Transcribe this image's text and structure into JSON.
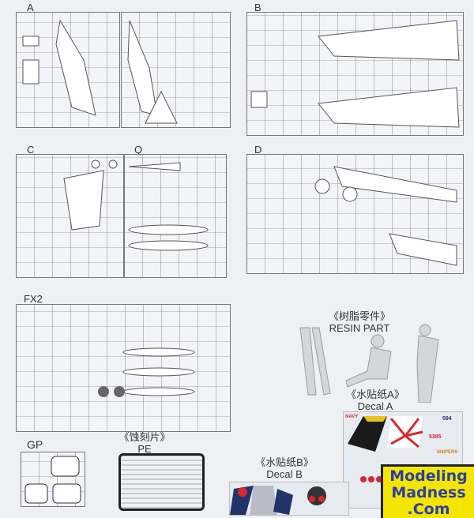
{
  "sprues": {
    "a": {
      "label": "A"
    },
    "b": {
      "label": "B"
    },
    "c": {
      "label": "C"
    },
    "q": {
      "label": "Q"
    },
    "d": {
      "label": "D"
    },
    "fx2": {
      "label": "FX2"
    },
    "gp": {
      "label": "GP"
    }
  },
  "resin": {
    "title_cn": "《树脂零件》",
    "title_en": "RESIN PART"
  },
  "pe": {
    "title_cn": "《蚀刻片》",
    "title_en": "PE"
  },
  "decal_a": {
    "title_cn": "《水贴纸A》",
    "title_en": "Decal A",
    "texts": [
      "NAVY",
      "5385",
      "594",
      "SNIPERS"
    ]
  },
  "decal_b": {
    "title_cn": "《水贴纸B》",
    "title_en": "Decal B"
  },
  "logo": {
    "line1": "Modeling",
    "line2": "Madness",
    "line3": ".Com"
  },
  "colors": {
    "logo_bg": "#f5e600",
    "logo_text": "#2a3ea8",
    "decal_red": "#d8282a",
    "decal_navy": "#22336b"
  }
}
